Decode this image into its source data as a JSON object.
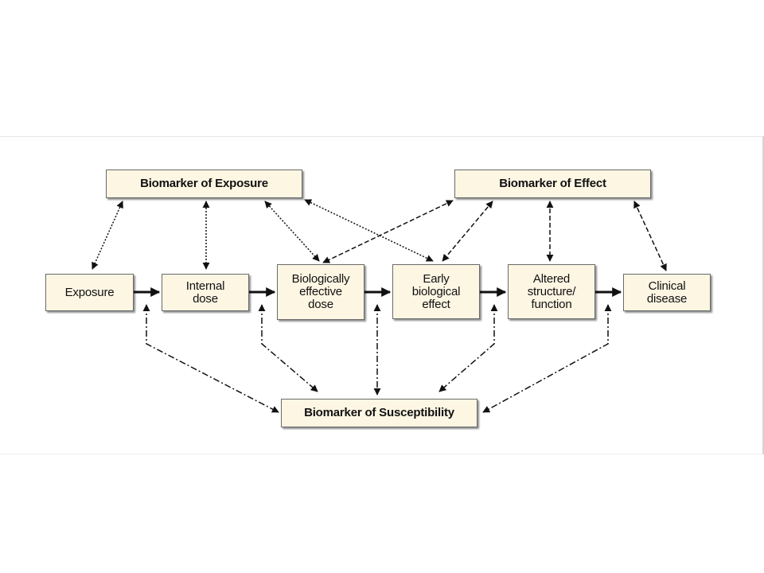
{
  "nodes": {
    "biomarker_exposure": "Biomarker of Exposure",
    "biomarker_effect": "Biomarker of Effect",
    "biomarker_susceptibility": "Biomarker of Susceptibility",
    "exposure": "Exposure",
    "internal_dose": "Internal\ndose",
    "biologically_effective_dose": "Biologically\neffective\ndose",
    "early_biological_effect": "Early\nbiological\neffect",
    "altered_structure_function": "Altered\nstructure/\nfunction",
    "clinical_disease": "Clinical\ndisease"
  },
  "colors": {
    "box_fill": "#fdf6e3",
    "box_border": "#6a6a6a",
    "line": "#111111"
  }
}
